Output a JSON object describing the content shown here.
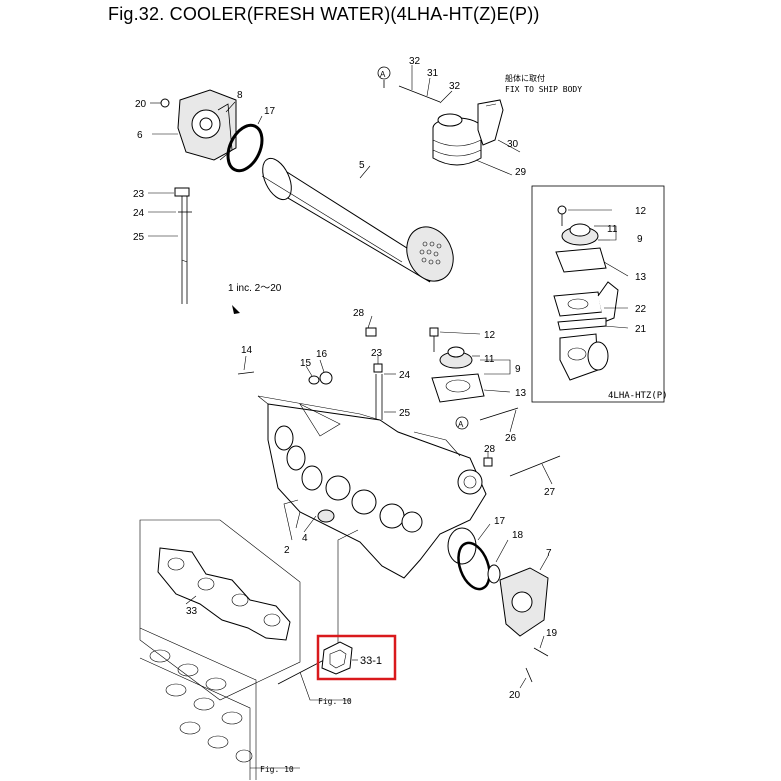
{
  "title": "Fig.32.  COOLER(FRESH WATER)(4LHA-HT(Z)E(P))",
  "callouts": {
    "c32a": "32",
    "c31": "31",
    "c32b": "32",
    "c30": "30",
    "c29": "29",
    "c20a": "20",
    "c8": "8",
    "c17a": "17",
    "c6": "6",
    "c5": "5",
    "c23a": "23",
    "c24a": "24",
    "c25a": "25",
    "c12a": "12",
    "c11a": "11",
    "c9a": "9",
    "c13a": "13",
    "c22": "22",
    "c21": "21",
    "c28a": "28",
    "c14": "14",
    "c15": "15",
    "c16": "16",
    "c23b": "23",
    "c24b": "24",
    "c25b": "25",
    "c12b": "12",
    "c11b": "11",
    "c9b": "9",
    "c13b": "13",
    "c26": "26",
    "c28b": "28",
    "c27": "27",
    "c2": "2",
    "c4": "4",
    "c17b": "17",
    "c18": "18",
    "c7": "7",
    "c19": "19",
    "c20b": "20",
    "c33": "33",
    "c33_1": "33-1"
  },
  "notes": {
    "ship_jp": "船体に取付",
    "ship_en": "FIX TO SHIP BODY",
    "includes": "1 inc. 2～20",
    "inset_caption": "4LHA-HTZ(P)",
    "ref_a1": "A",
    "ref_a2": "A",
    "fig10_a": "Fig. 10",
    "fig10_b": "Fig. 10"
  },
  "colors": {
    "highlight": "#d9191c",
    "line": "#000000"
  }
}
